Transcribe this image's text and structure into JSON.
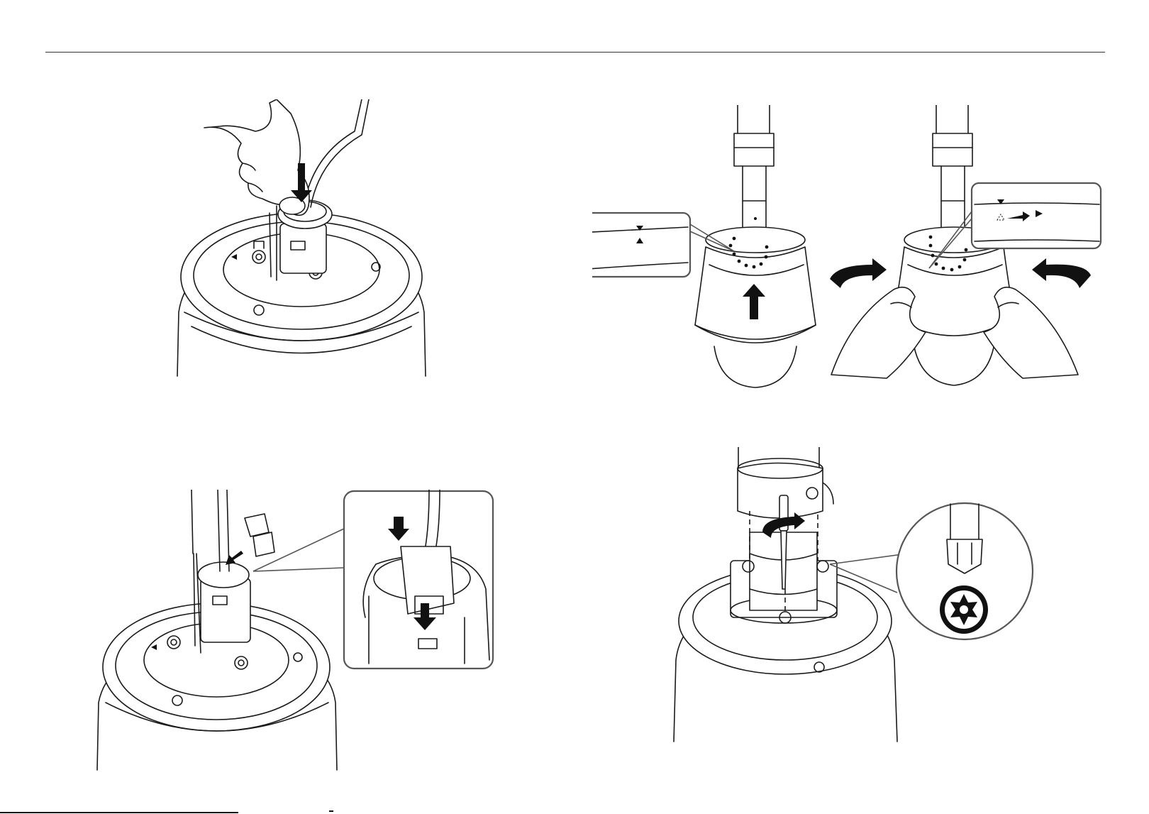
{
  "document": {
    "header_rule": true,
    "figures": [
      {
        "id": "fig-press-cable-grommet",
        "arrow": "down"
      },
      {
        "id": "fig-align-and-lift-dome",
        "marks": [
          "triangle-down",
          "triangle-up"
        ],
        "arrow": "up"
      },
      {
        "id": "fig-rotate-dome-lock",
        "marks": [
          "triangle-down",
          "triangle-right"
        ],
        "arrows": [
          "rotate-left",
          "rotate-right",
          "right"
        ]
      },
      {
        "id": "fig-attach-cable-cover",
        "arrows": [
          "down",
          "down"
        ]
      },
      {
        "id": "fig-tighten-torx-screws",
        "tool": "torx-driver",
        "arrow": "rotate"
      }
    ]
  },
  "colors": {
    "line": "#1a1a1a",
    "callout_border": "#555555",
    "background": "#ffffff"
  }
}
